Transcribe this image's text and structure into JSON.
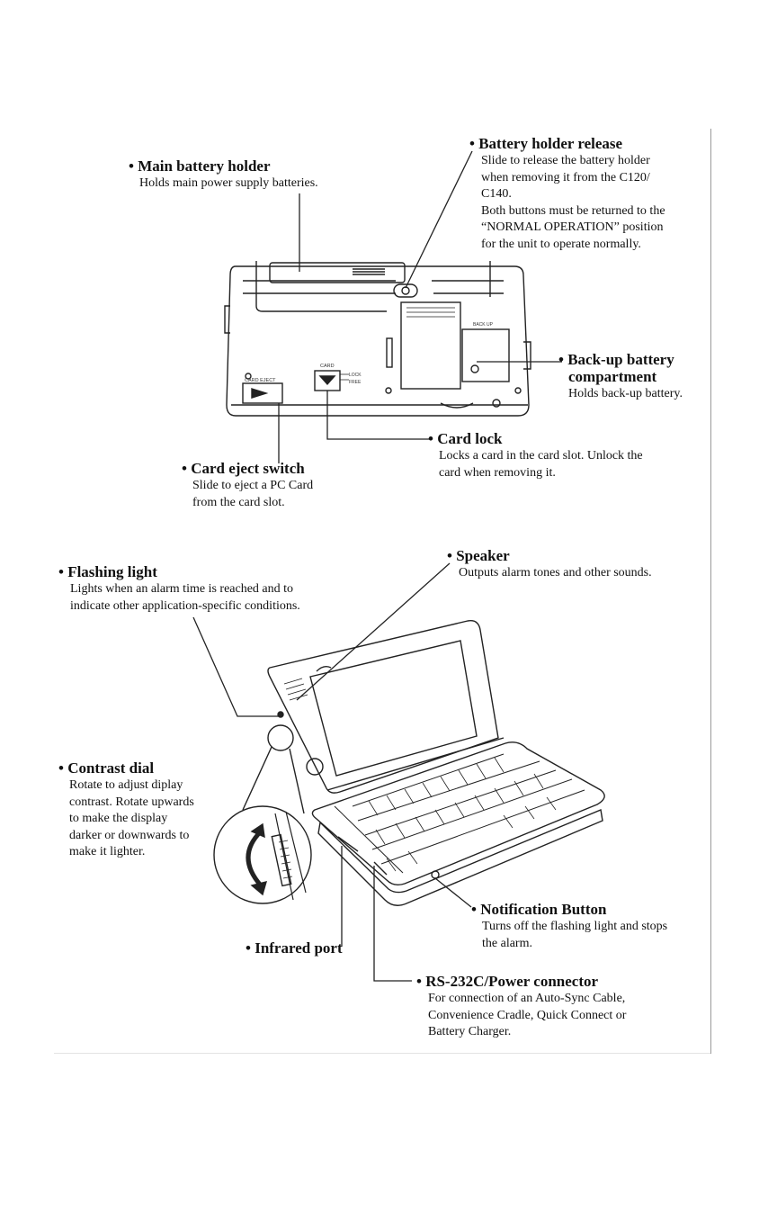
{
  "callouts": {
    "main_battery": {
      "title": "• Main battery holder",
      "desc": "Holds main power supply batteries."
    },
    "battery_release": {
      "title": "• Battery holder release",
      "desc1": "Slide to release the battery holder",
      "desc2": "when removing it from the C120/",
      "desc3": "C140.",
      "desc4": "Both buttons must be returned to the",
      "desc5": "“NORMAL OPERATION” position",
      "desc6": "for the unit to operate normally."
    },
    "backup_battery": {
      "title1": "• Back-up battery",
      "title2": "compartment",
      "desc": "Holds back-up battery."
    },
    "card_lock": {
      "title": "• Card lock",
      "desc1": "Locks a card in the card slot. Unlock the",
      "desc2": "card when removing it."
    },
    "card_eject": {
      "title": "• Card eject switch",
      "desc1": "Slide to eject a PC Card",
      "desc2": "from the card slot."
    },
    "flashing_light": {
      "title": "• Flashing light",
      "desc1": "Lights when an alarm time is reached and to",
      "desc2": "indicate other application-specific conditions."
    },
    "speaker": {
      "title": "• Speaker",
      "desc": "Outputs alarm tones and other sounds."
    },
    "contrast_dial": {
      "title": "• Contrast dial",
      "desc1": "Rotate to adjust diplay",
      "desc2": "contrast. Rotate upwards",
      "desc3": "to make the display",
      "desc4": "darker or downwards to",
      "desc5": "make it lighter."
    },
    "notification": {
      "title": "• Notification Button",
      "desc1": "Turns off the flashing light and stops",
      "desc2": "the alarm."
    },
    "infrared": {
      "title": "• Infrared port"
    },
    "rs232c": {
      "title": "• RS-232C/Power connector",
      "desc1": "For connection of an Auto-Sync Cable,",
      "desc2": "Convenience Cradle, Quick Connect or",
      "desc3": "Battery Charger."
    }
  },
  "device_markings": {
    "card_eject": "CARD EJECT",
    "card": "CARD",
    "lock": "LOCK",
    "free": "FREE",
    "back_up": "BACK UP"
  }
}
